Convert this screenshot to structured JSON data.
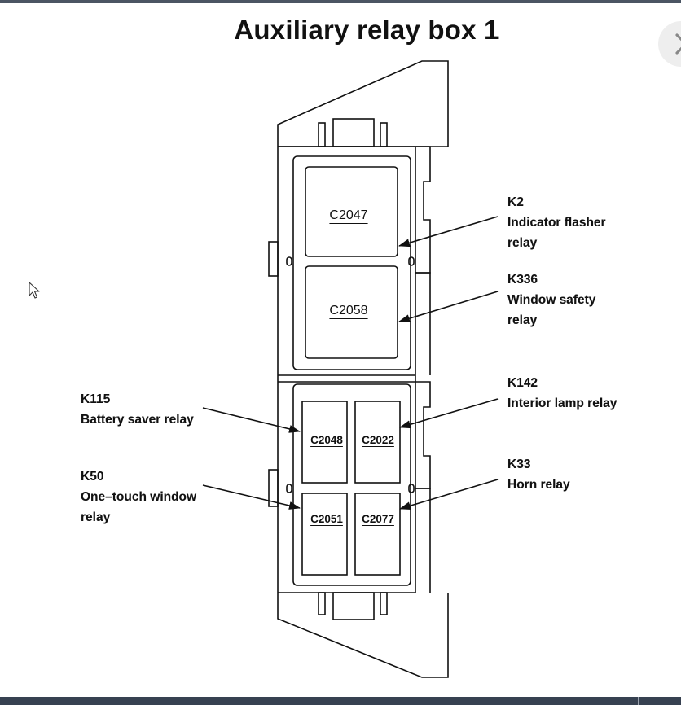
{
  "title": "Auxiliary relay box 1",
  "connectors": {
    "c2047": "C2047",
    "c2058": "C2058",
    "c2048": "C2048",
    "c2022": "C2022",
    "c2051": "C2051",
    "c2077": "C2077"
  },
  "relays": {
    "k2": {
      "code": "K2",
      "line1": "Indicator flasher",
      "line2": "relay"
    },
    "k336": {
      "code": "K336",
      "line1": "Window safety",
      "line2": "relay"
    },
    "k142": {
      "code": "K142",
      "line1": "Interior lamp relay"
    },
    "k33": {
      "code": "K33",
      "line1": "Horn relay"
    },
    "k115": {
      "code": "K115",
      "line1": "Battery saver relay"
    },
    "k50": {
      "code": "K50",
      "line1": "One–touch window",
      "line2": "relay"
    }
  },
  "icons": {
    "next": "chevron-right-icon",
    "cursor": "mouse-pointer-icon"
  }
}
